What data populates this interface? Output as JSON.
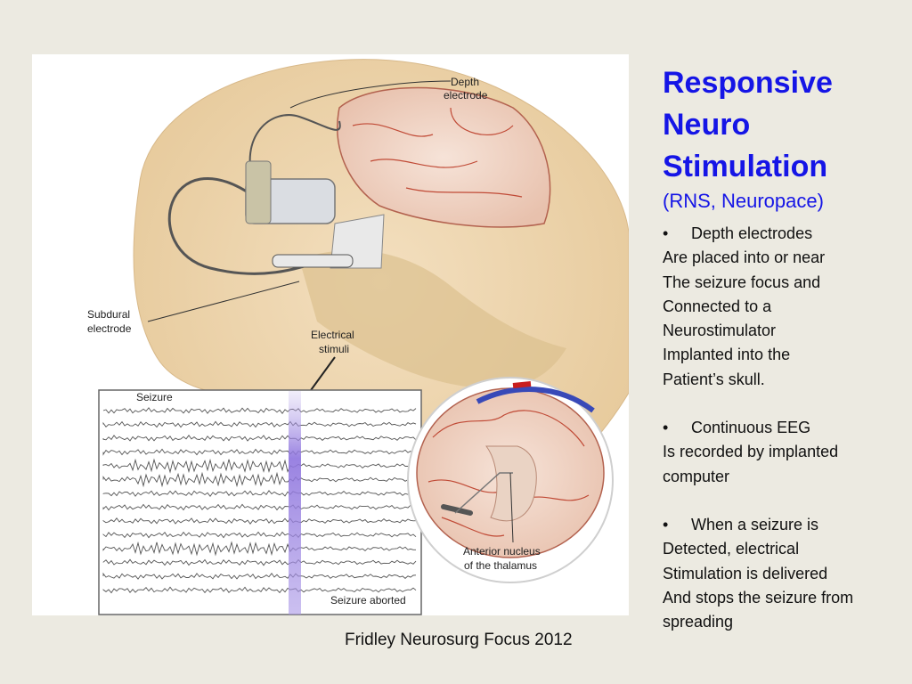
{
  "figure": {
    "labels": {
      "depth_electrode_1": "Depth",
      "depth_electrode_2": "electrode",
      "subdural_electrode_1": "Subdural",
      "subdural_electrode_2": "electrode",
      "electrical_stimuli_1": "Electrical",
      "electrical_stimuli_2": "stimuli",
      "seizure": "Seizure",
      "seizure_aborted": "Seizure aborted",
      "anterior_nucleus_1": "Anterior nucleus",
      "anterior_nucleus_2": "of the thalamus"
    }
  },
  "caption": "Fridley Neurosurg Focus 2012",
  "panel": {
    "title_lines": [
      "Responsive",
      "Neuro",
      "Stimulation"
    ],
    "subtitle": "(RNS, Neuropace)",
    "bullets": [
      {
        "marker": "•",
        "head": "Depth electrodes",
        "lines": [
          "Are placed into or near",
          "The seizure focus and",
          "Connected to a",
          "Neurostimulator",
          "Implanted into the",
          "Patient’s skull."
        ]
      },
      {
        "marker": "•",
        "head": "Continuous EEG",
        "lines": [
          "Is recorded by implanted",
          "computer"
        ]
      },
      {
        "marker": "•",
        "head": "When a seizure is",
        "lines": [
          "Detected, electrical",
          "Stimulation is delivered",
          "And stops the seizure from",
          "spreading"
        ]
      }
    ]
  }
}
